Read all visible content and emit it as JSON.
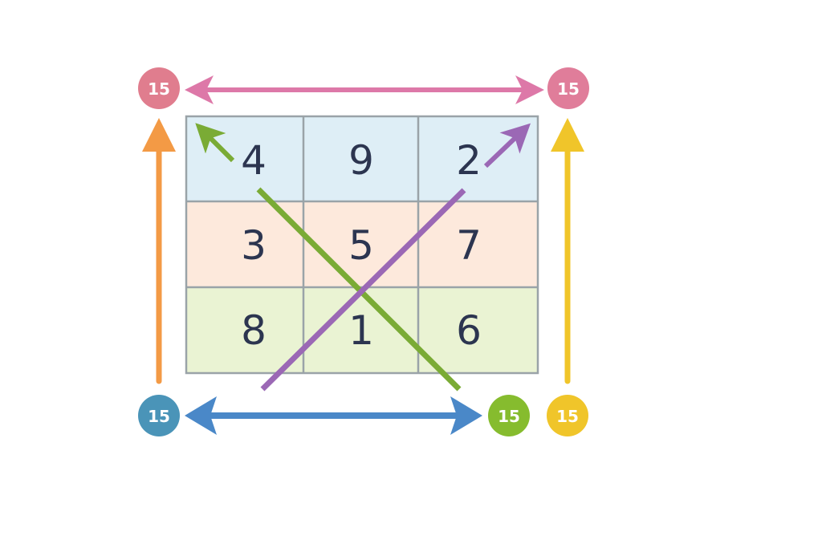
{
  "magic_square": {
    "rows": [
      [
        "4",
        "9",
        "2"
      ],
      [
        "3",
        "5",
        "7"
      ],
      [
        "8",
        "1",
        "6"
      ]
    ],
    "row_colors": [
      "#deeef6",
      "#fde9dc",
      "#eaf3d3"
    ],
    "grid_line_color": "#9aa3a8",
    "number_color": "#2c3550"
  },
  "sums": {
    "top_left": {
      "label": "15",
      "color": "#e07d8e"
    },
    "top_right": {
      "label": "15",
      "color": "#e07d9a"
    },
    "bottom_left": {
      "label": "15",
      "color": "#4a94b8"
    },
    "bottom_green": {
      "label": "15",
      "color": "#86bc2e"
    },
    "bottom_yellow": {
      "label": "15",
      "color": "#f0c52a"
    }
  },
  "arrows": {
    "top_row": "#dd78a8",
    "left_column": "#f39a45",
    "right_column": "#f0c52a",
    "bottom_row": "#4a88c8",
    "diagonal_main": "#7aab35",
    "diagonal_anti": "#9b68b5"
  }
}
